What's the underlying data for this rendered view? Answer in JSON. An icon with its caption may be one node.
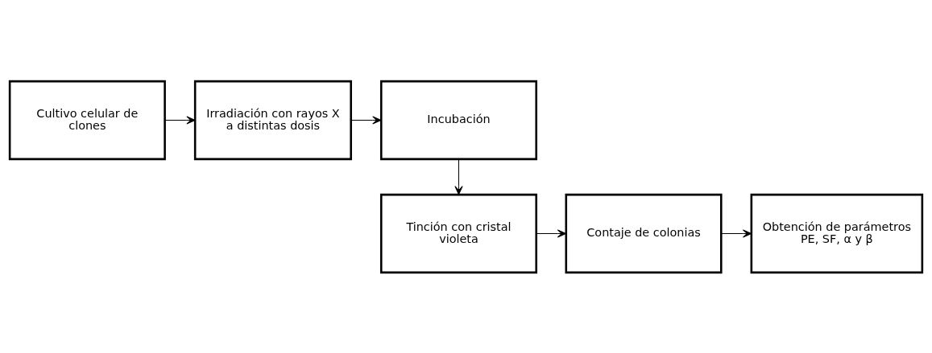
{
  "diagram": {
    "nodes": [
      {
        "text": [
          "Cultivo celular de clones"
        ]
      },
      {
        "text": [
          "Irradiación con rayos X a distintas dosis"
        ]
      },
      {
        "text": [
          "Incubación"
        ]
      },
      {
        "text": [
          "Tinción con cristal violeta"
        ]
      },
      {
        "text": [
          "Contaje de colonias"
        ]
      },
      {
        "text": [
          "Obtención de parámetros PE, SF, α y β"
        ]
      }
    ],
    "edges": [
      {
        "from": 0,
        "to": 1,
        "arrow": "to"
      },
      {
        "from": 1,
        "to": 2,
        "arrow": "to"
      },
      {
        "from": 2,
        "to": 3,
        "arrow": "to"
      },
      {
        "from": 3,
        "to": 4,
        "arrow": "to"
      },
      {
        "from": 4,
        "to": 5,
        "arrow": "to"
      }
    ]
  }
}
